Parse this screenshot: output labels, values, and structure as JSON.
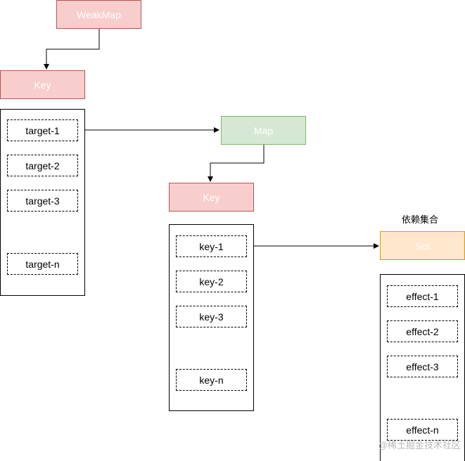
{
  "weakmap": {
    "label": "WeakMap"
  },
  "targets": {
    "header": "Key",
    "items": [
      "target-1",
      "target-2",
      "target-3",
      "target-n"
    ]
  },
  "map": {
    "label": "Map"
  },
  "keys": {
    "header": "Key",
    "items": [
      "key-1",
      "key-2",
      "key-3",
      "key-n"
    ]
  },
  "dependency_set": {
    "caption": "依赖集合",
    "label": "Set",
    "items": [
      "effect-1",
      "effect-2",
      "effect-3",
      "effect-n"
    ]
  },
  "watermark": "@稀土掘金技术社区",
  "colors": {
    "key_fill": "#f8cecc",
    "key_stroke": "#b85450",
    "map_fill": "#d5e8d4",
    "map_stroke": "#82b366",
    "set_fill": "#ffe6cc",
    "set_stroke": "#d79b00"
  }
}
